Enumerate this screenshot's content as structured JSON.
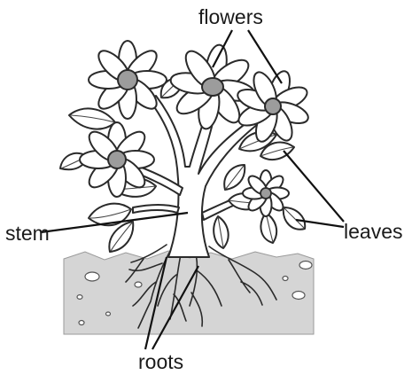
{
  "diagram": {
    "labels": {
      "flowers": "flowers",
      "stem": "stem",
      "leaves": "leaves",
      "roots": "roots"
    },
    "colors": {
      "soil": "#d5d5d5",
      "outline": "#2a2a2a",
      "flower_center": "#9c9c9c",
      "petal": "#ffffff",
      "background": "#ffffff"
    }
  }
}
